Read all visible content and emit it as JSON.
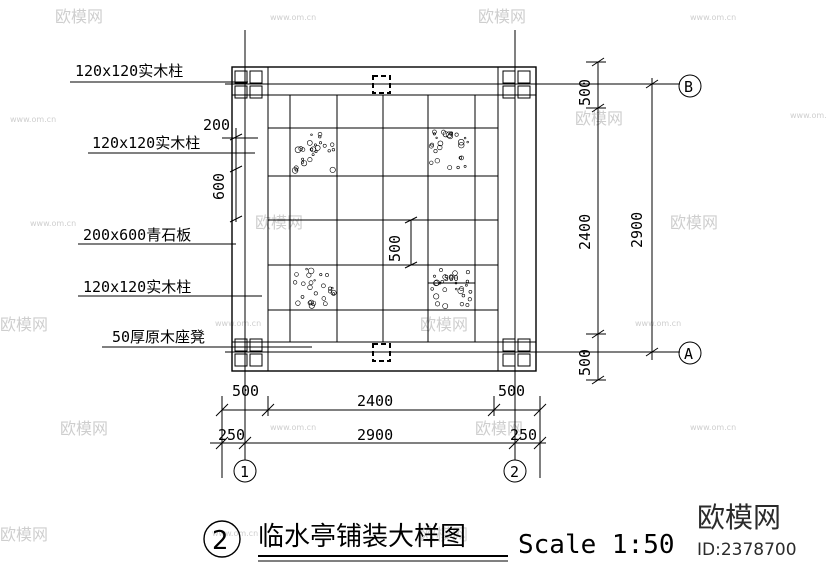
{
  "labels": {
    "column_top": "120x120实木柱",
    "column_mid": "120x120实木柱",
    "stone_slab": "200x600青石板",
    "column_low": "120x120实木柱",
    "bench": "50厚原木座凳"
  },
  "dims": {
    "left_200": "200",
    "left_600": "600",
    "inner_500": "500",
    "inner_tile_500": "500",
    "right_top_500": "500",
    "right_2400": "2400",
    "right_2900": "2900",
    "right_bottom_500": "500",
    "bottom_500_left": "500",
    "bottom_2400": "2400",
    "bottom_500_right": "500",
    "bottom_250_left": "250",
    "bottom_2900": "2900",
    "bottom_250_right": "250"
  },
  "axes": {
    "B": "B",
    "A": "A",
    "one": "1",
    "two": "2"
  },
  "title": {
    "number": "2",
    "text": "临水亭铺装大样图",
    "scale": "Scale 1:50"
  },
  "watermark": {
    "site": "www.om.cn",
    "brand": "欧模网",
    "id": "ID:2378700"
  }
}
